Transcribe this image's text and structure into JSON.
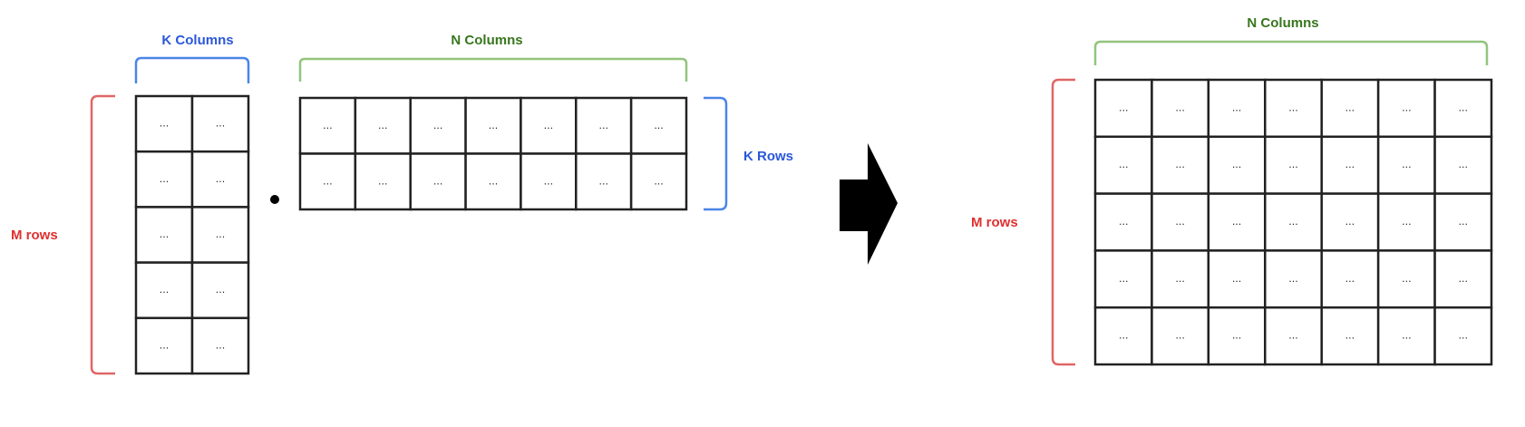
{
  "labels": {
    "a_cols": "K Columns",
    "b_cols": "N Columns",
    "b_rows": "K Rows",
    "a_rows": "M rows",
    "c_cols": "N Columns",
    "c_rows": "M rows"
  },
  "cell_text": "...",
  "matrices": {
    "a": {
      "rows": 5,
      "cols": 2
    },
    "b": {
      "rows": 2,
      "cols": 7
    },
    "c": {
      "rows": 5,
      "cols": 7
    }
  },
  "colors": {
    "k_brace": "#4a86e8",
    "n_brace": "#93c47d",
    "m_brace": "#e06666",
    "k_text": "#2b57d9",
    "n_text": "#38761d",
    "m_text": "#e03030",
    "grid": "#222222",
    "arrow": "#000000"
  }
}
